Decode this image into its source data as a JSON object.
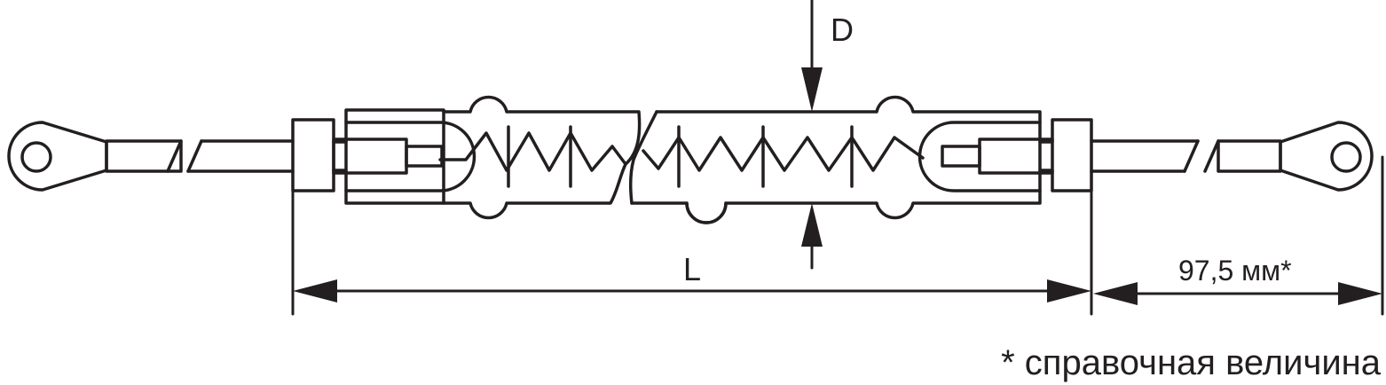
{
  "labels": {
    "diameter": "D",
    "length": "L",
    "end_length": "97,5 мм*",
    "footnote": "* справочная величина"
  },
  "colors": {
    "line": "#231f20",
    "background": "#ffffff"
  }
}
